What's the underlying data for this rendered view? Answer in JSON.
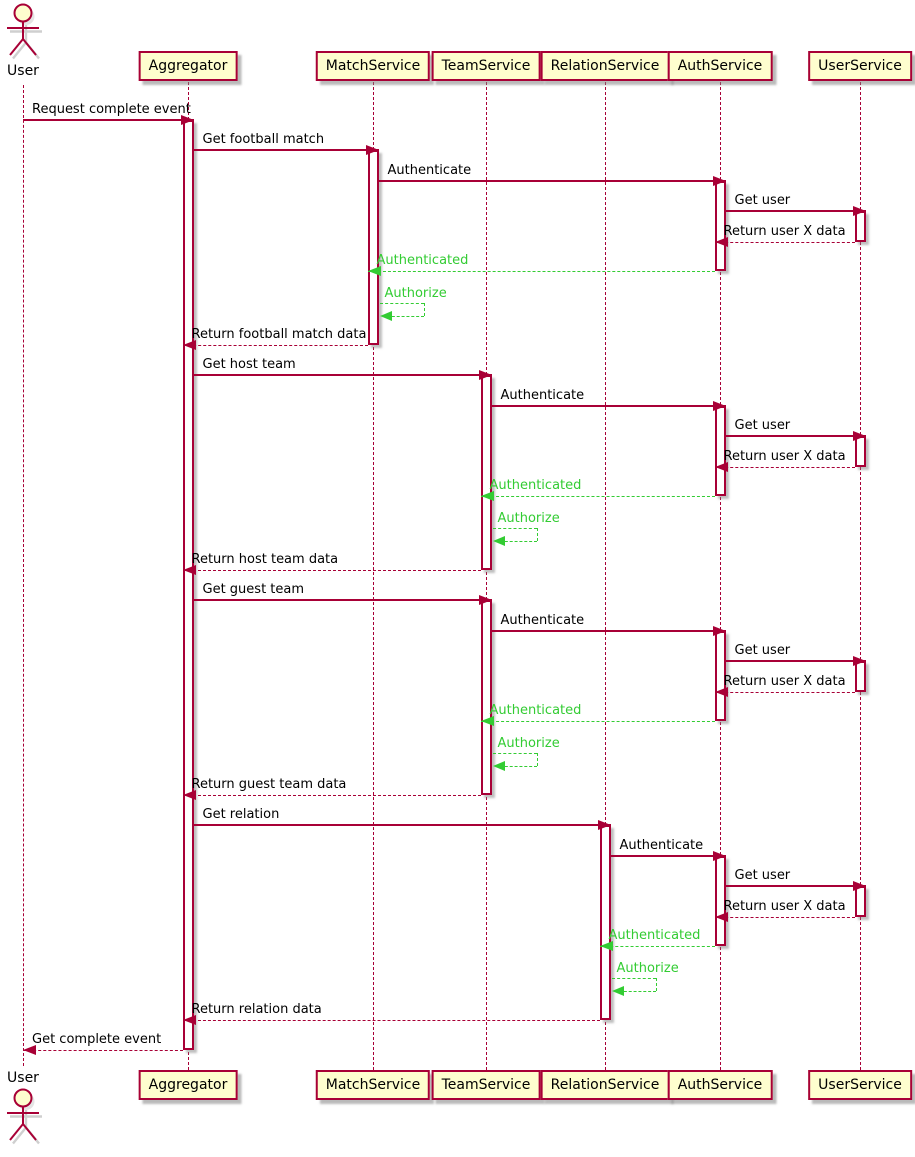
{
  "diagram": {
    "type": "uml-sequence-diagram",
    "colors": {
      "primary": "#A80036",
      "success": "#33CC33",
      "participant_fill": "#FEFECE",
      "text": "#000000",
      "background": "#FFFFFF"
    },
    "actor": {
      "label": "User"
    },
    "participants": [
      {
        "id": "aggregator",
        "label": "Aggregator"
      },
      {
        "id": "match",
        "label": "MatchService"
      },
      {
        "id": "team",
        "label": "TeamService"
      },
      {
        "id": "relation",
        "label": "RelationService"
      },
      {
        "id": "auth",
        "label": "AuthService"
      },
      {
        "id": "userservice",
        "label": "UserService"
      }
    ],
    "messages": [
      {
        "from": "user",
        "to": "aggregator",
        "label": "Request complete event",
        "line": "solid",
        "color": "primary"
      },
      {
        "from": "aggregator",
        "to": "match",
        "label": "Get football match",
        "line": "solid",
        "color": "primary"
      },
      {
        "from": "match",
        "to": "auth",
        "label": "Authenticate",
        "line": "solid",
        "color": "primary"
      },
      {
        "from": "auth",
        "to": "userservice",
        "label": "Get user",
        "line": "solid",
        "color": "primary"
      },
      {
        "from": "userservice",
        "to": "auth",
        "label": "Return user X data",
        "line": "dashed",
        "color": "primary"
      },
      {
        "from": "auth",
        "to": "match",
        "label": "Authenticated",
        "line": "dashed",
        "color": "success"
      },
      {
        "from": "match",
        "to": "match",
        "label": "Authorize",
        "line": "dashed",
        "color": "success",
        "kind": "self"
      },
      {
        "from": "match",
        "to": "aggregator",
        "label": "Return football match data",
        "line": "dashed",
        "color": "primary"
      },
      {
        "from": "aggregator",
        "to": "team",
        "label": "Get host team",
        "line": "solid",
        "color": "primary"
      },
      {
        "from": "team",
        "to": "auth",
        "label": "Authenticate",
        "line": "solid",
        "color": "primary"
      },
      {
        "from": "auth",
        "to": "userservice",
        "label": "Get user",
        "line": "solid",
        "color": "primary"
      },
      {
        "from": "userservice",
        "to": "auth",
        "label": "Return user X data",
        "line": "dashed",
        "color": "primary"
      },
      {
        "from": "auth",
        "to": "team",
        "label": "Authenticated",
        "line": "dashed",
        "color": "success"
      },
      {
        "from": "team",
        "to": "team",
        "label": "Authorize",
        "line": "dashed",
        "color": "success",
        "kind": "self"
      },
      {
        "from": "team",
        "to": "aggregator",
        "label": "Return host team data",
        "line": "dashed",
        "color": "primary"
      },
      {
        "from": "aggregator",
        "to": "team",
        "label": "Get guest team",
        "line": "solid",
        "color": "primary"
      },
      {
        "from": "team",
        "to": "auth",
        "label": "Authenticate",
        "line": "solid",
        "color": "primary"
      },
      {
        "from": "auth",
        "to": "userservice",
        "label": "Get user",
        "line": "solid",
        "color": "primary"
      },
      {
        "from": "userservice",
        "to": "auth",
        "label": "Return user X data",
        "line": "dashed",
        "color": "primary"
      },
      {
        "from": "auth",
        "to": "team",
        "label": "Authenticated",
        "line": "dashed",
        "color": "success"
      },
      {
        "from": "team",
        "to": "team",
        "label": "Authorize",
        "line": "dashed",
        "color": "success",
        "kind": "self"
      },
      {
        "from": "team",
        "to": "aggregator",
        "label": "Return guest team data",
        "line": "dashed",
        "color": "primary"
      },
      {
        "from": "aggregator",
        "to": "relation",
        "label": "Get relation",
        "line": "solid",
        "color": "primary"
      },
      {
        "from": "relation",
        "to": "auth",
        "label": "Authenticate",
        "line": "solid",
        "color": "primary"
      },
      {
        "from": "auth",
        "to": "userservice",
        "label": "Get user",
        "line": "solid",
        "color": "primary"
      },
      {
        "from": "userservice",
        "to": "auth",
        "label": "Return user X data",
        "line": "dashed",
        "color": "primary"
      },
      {
        "from": "auth",
        "to": "relation",
        "label": "Authenticated",
        "line": "dashed",
        "color": "success"
      },
      {
        "from": "relation",
        "to": "relation",
        "label": "Authorize",
        "line": "dashed",
        "color": "success",
        "kind": "self"
      },
      {
        "from": "relation",
        "to": "aggregator",
        "label": "Return relation data",
        "line": "dashed",
        "color": "primary"
      },
      {
        "from": "aggregator",
        "to": "user",
        "label": "Get complete event",
        "line": "dashed",
        "color": "primary"
      }
    ]
  }
}
